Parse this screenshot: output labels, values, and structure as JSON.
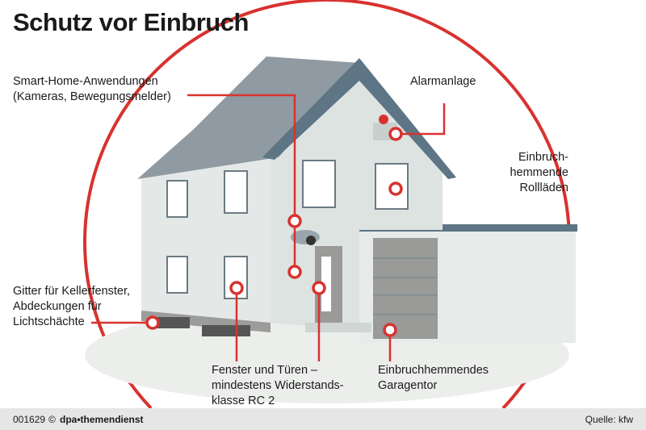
{
  "title": "Schutz vor Einbruch",
  "labels": {
    "smart_home": "Smart-Home-Anwendungen\n(Kameras, Bewegungsmelder)",
    "alarm": "Alarmanlage",
    "rollladen": "Einbruch-\nhemmende\nRollläden",
    "gitter": "Gitter für Kellerfenster,\nAbdeckungen für\nLichtschächte",
    "fenster": "Fenster und Türen –\nmindestens Widerstands-\nklasse RC 2",
    "garage": "Einbruchhemmendes\nGaragentor"
  },
  "footer": {
    "id": "001629",
    "copyright": "©",
    "brand": "dpa•themendienst",
    "source": "Quelle: kfw"
  },
  "colors": {
    "accent": "#d8322f",
    "roof": "#8f9aa3",
    "wall": "#dde3e1",
    "garage_door": "#9a9a98"
  }
}
